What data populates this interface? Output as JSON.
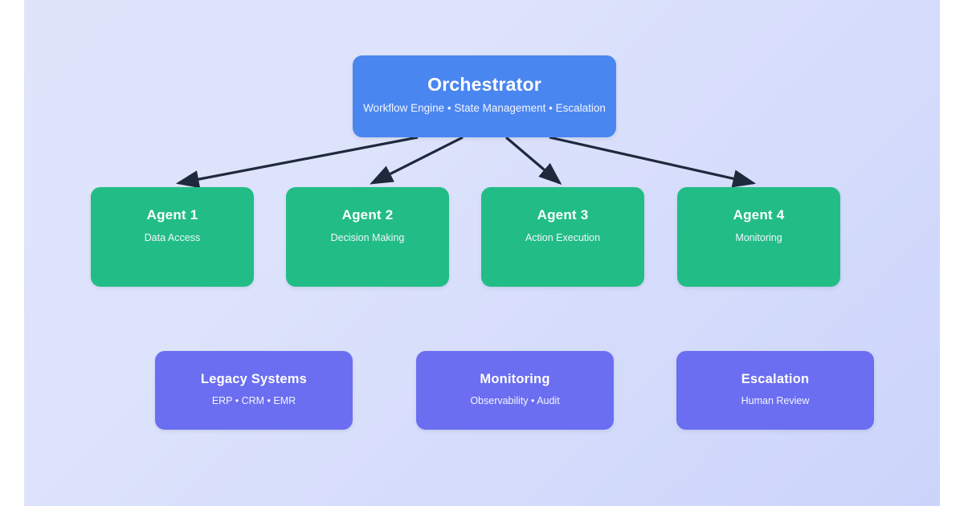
{
  "diagram": {
    "background_gradient_from": "#dfe4fb",
    "background_gradient_to": "#ccd4fb",
    "connector_color": "#1e293b",
    "orchestrator": {
      "title": "Orchestrator",
      "subtitle": "Workflow Engine • State Management • Escalation",
      "color": "#4a86f0"
    },
    "agents": {
      "color": "#22bd86",
      "items": [
        {
          "title": "Agent 1",
          "subtitle": "Data Access"
        },
        {
          "title": "Agent 2",
          "subtitle": "Decision Making"
        },
        {
          "title": "Agent 3",
          "subtitle": "Action Execution"
        },
        {
          "title": "Agent 4",
          "subtitle": "Monitoring"
        }
      ]
    },
    "support": {
      "color": "#6b6ef0",
      "items": [
        {
          "title": "Legacy Systems",
          "subtitle": "ERP • CRM • EMR"
        },
        {
          "title": "Monitoring",
          "subtitle": "Observability • Audit"
        },
        {
          "title": "Escalation",
          "subtitle": "Human Review"
        }
      ]
    },
    "connectors": [
      {
        "from": "Orchestrator",
        "to": "Agent 1"
      },
      {
        "from": "Orchestrator",
        "to": "Agent 2"
      },
      {
        "from": "Orchestrator",
        "to": "Agent 3"
      },
      {
        "from": "Orchestrator",
        "to": "Agent 4"
      }
    ]
  }
}
